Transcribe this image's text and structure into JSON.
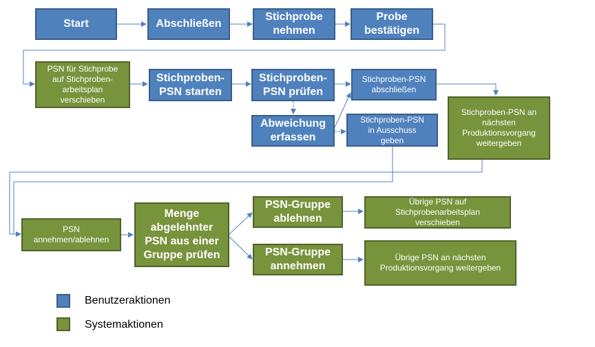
{
  "colors": {
    "user_action": "#4f81bd",
    "user_border": "#385d8a",
    "system_action": "#77933c",
    "system_border": "#4f6228",
    "connector": "#4f81bd"
  },
  "nodes": {
    "start": "Start",
    "abschliessen": "Abschließen",
    "stichprobe_nehmen": "Stichprobe\nnehmen",
    "probe_bestaetigen": "Probe\nbestätigen",
    "psn_verschieben": "PSN für Stichprobe\nauf Stichproben-\narbeitsplan\nverschieben",
    "psn_starten": "Stichproben-\nPSN starten",
    "psn_pruefen": "Stichproben-\nPSN prüfen",
    "psn_abschliessen": "Stichproben-PSN\nabschließen",
    "naechster_vorgang": "Stichproben-PSN an\nnächsten\nProduktionsvorgang\nweitergeben",
    "abweichung": "Abweichung\nerfassen",
    "ausschuss": "Stichproben-PSN\nin Ausschuss\ngeben",
    "psn_annehmen_ablehnen": "PSN\nannehmen/ablehnen",
    "menge_pruefen": "Menge\nabgelehnter\nPSN aus einer\nGruppe prüfen",
    "gruppe_ablehnen": "PSN-Gruppe\nablehnen",
    "gruppe_annehmen": "PSN-Gruppe\nannehmen",
    "uebrige_verschieben": "Übrige PSN auf\nStichprobenarbeitsplan\nverschieben",
    "uebrige_weitergeben": "Übrige PSN an nächsten\nProduktionsvorgang weitergeben"
  },
  "legend": {
    "user": "Benutzeraktionen",
    "system": "Systemaktionen"
  }
}
